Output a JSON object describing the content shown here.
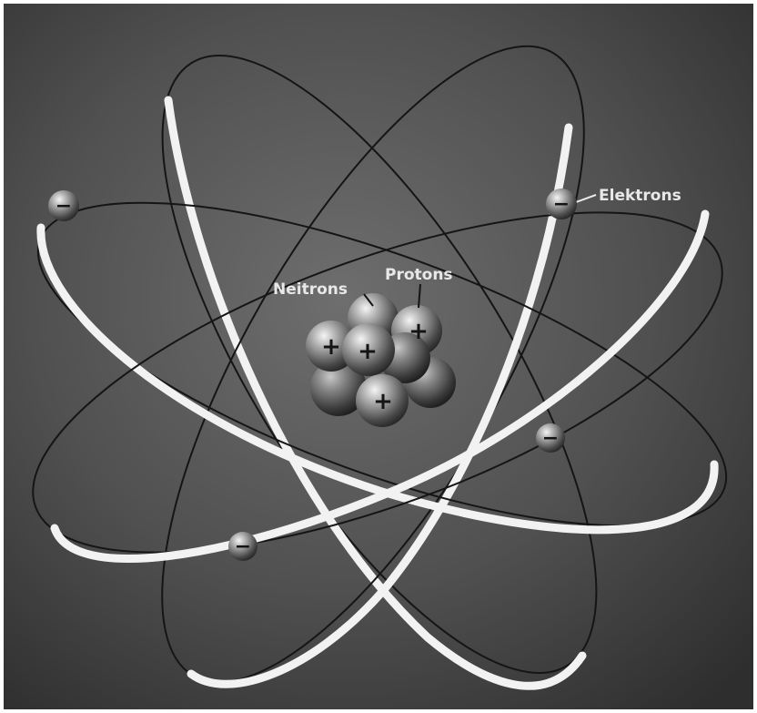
{
  "labels": {
    "electrons": "Elektrons",
    "protons": "Protons",
    "neutrons": "Neitrons"
  },
  "signs": {
    "electron": "−",
    "proton": "+"
  },
  "colors": {
    "background_light": "#6b6b6b",
    "background_dark": "#2f2f2f",
    "orbit_band": "#f2f2f2",
    "orbit_line": "#151515",
    "label_text": "#e8e8e8"
  }
}
